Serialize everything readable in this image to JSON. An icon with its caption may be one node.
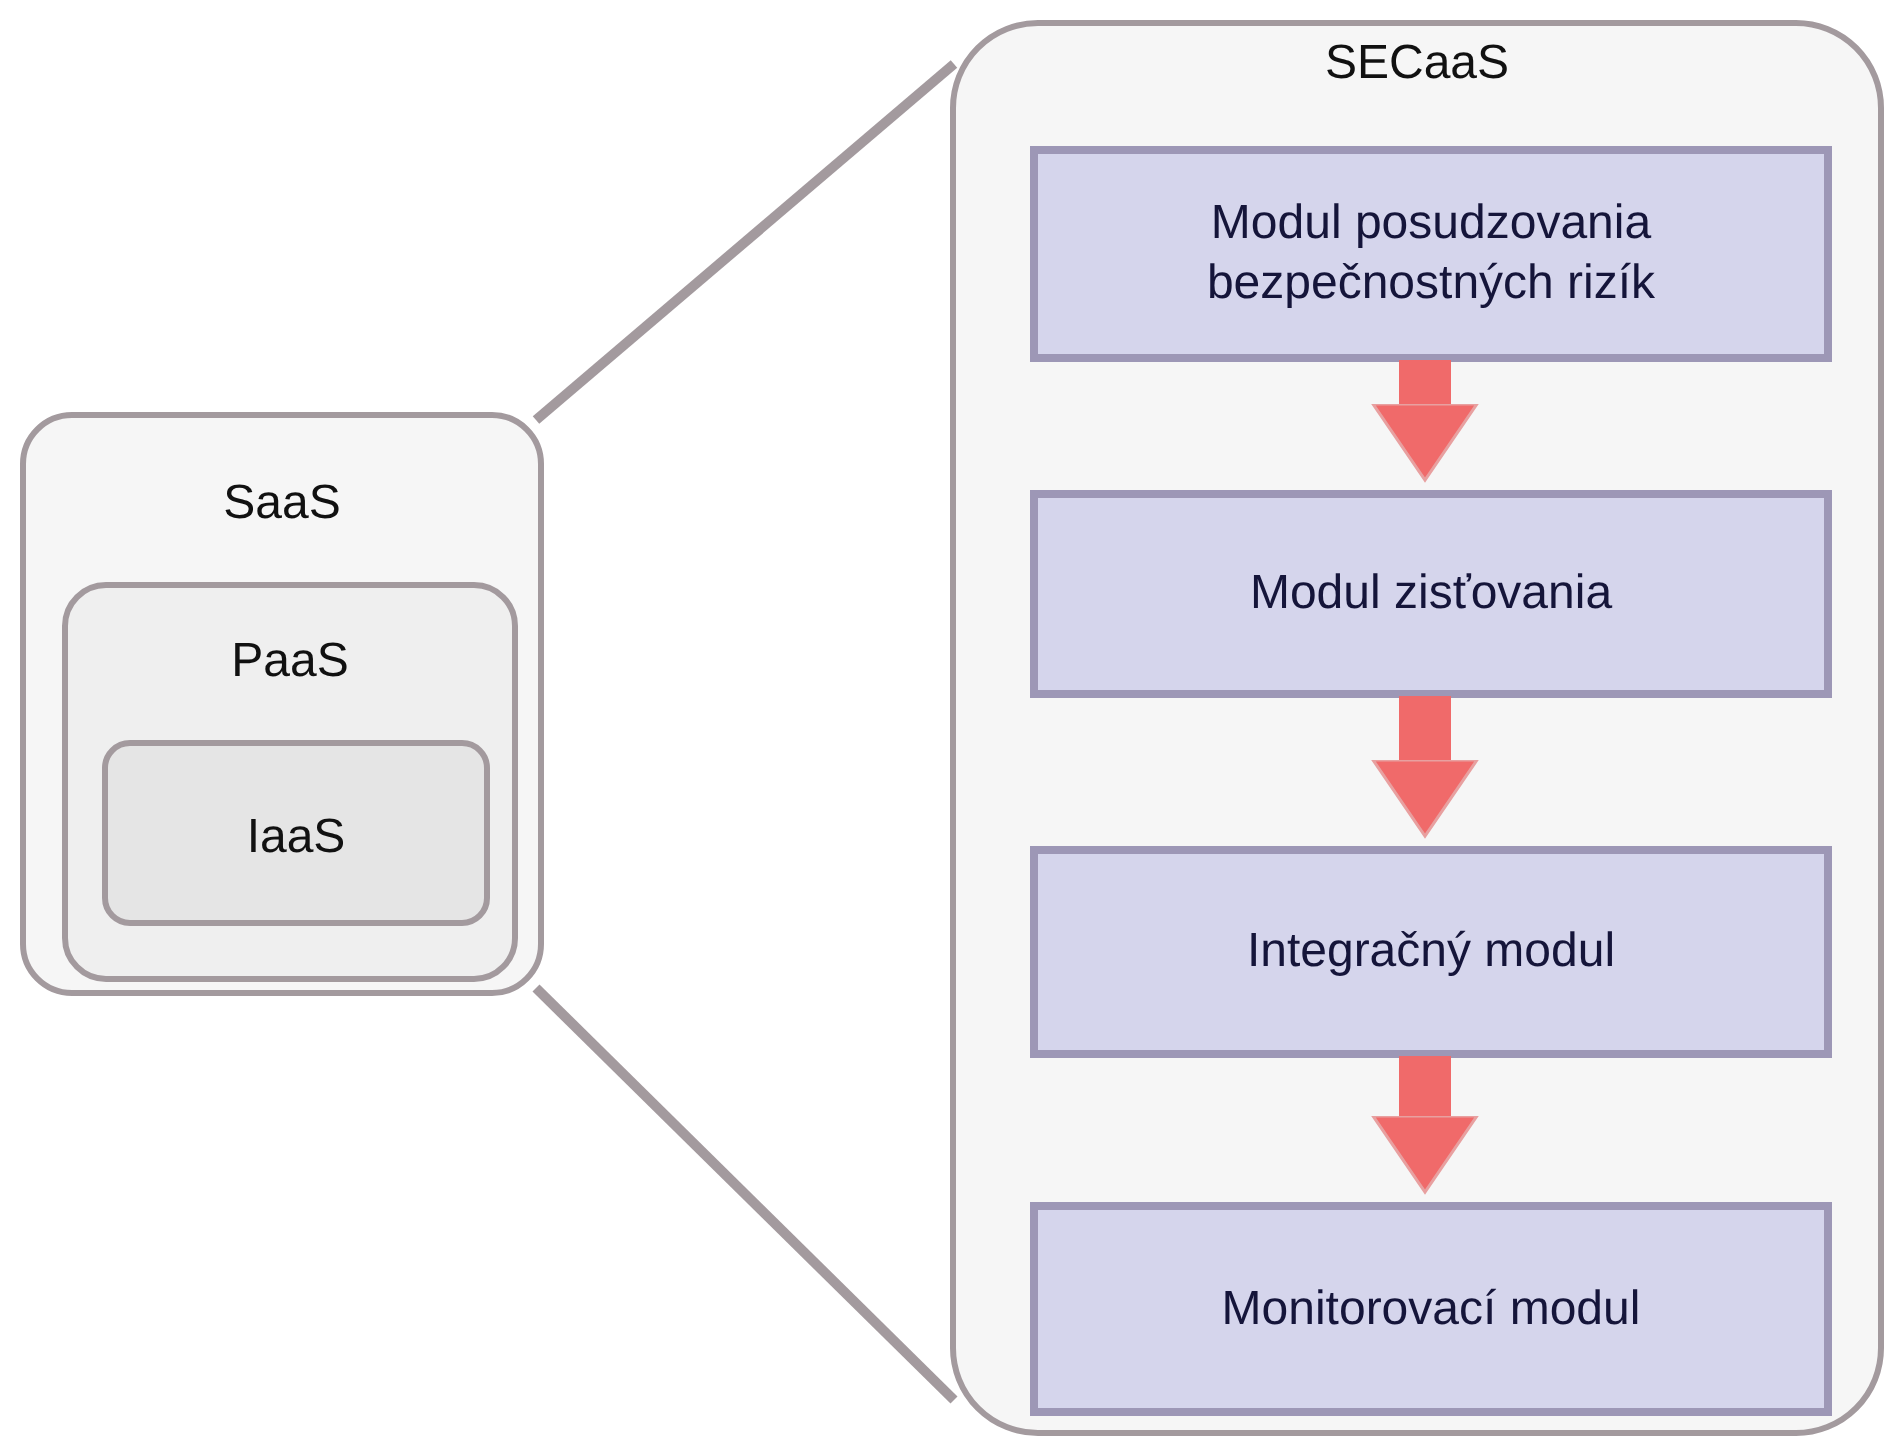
{
  "diagram": {
    "nodes": [
      {
        "text": [
          "SaaS"
        ]
      },
      {
        "text": [
          "PaaS"
        ],
        "in": 0
      },
      {
        "text": [
          "IaaS"
        ],
        "in": 1
      },
      {
        "text": [
          "SECaaS"
        ]
      },
      {
        "text": [
          "Modul posudzovania bezpečnostných rizík"
        ],
        "in": 3
      },
      {
        "text": [
          "Modul zisťovania"
        ],
        "in": 3
      },
      {
        "text": [
          "Integračný modul"
        ],
        "in": 3
      },
      {
        "text": [
          "Monitorovací modul"
        ],
        "in": 3
      }
    ],
    "edges": [
      {
        "from": 0,
        "to": 3,
        "arrow": "none",
        "color": "#a39a9e"
      },
      {
        "from": 0,
        "to": 3,
        "arrow": "none",
        "color": "#a39a9e"
      },
      {
        "from": 4,
        "to": 5,
        "arrow": "to"
      },
      {
        "from": 5,
        "to": 6,
        "arrow": "to"
      },
      {
        "from": 6,
        "to": 7,
        "arrow": "to"
      }
    ]
  }
}
